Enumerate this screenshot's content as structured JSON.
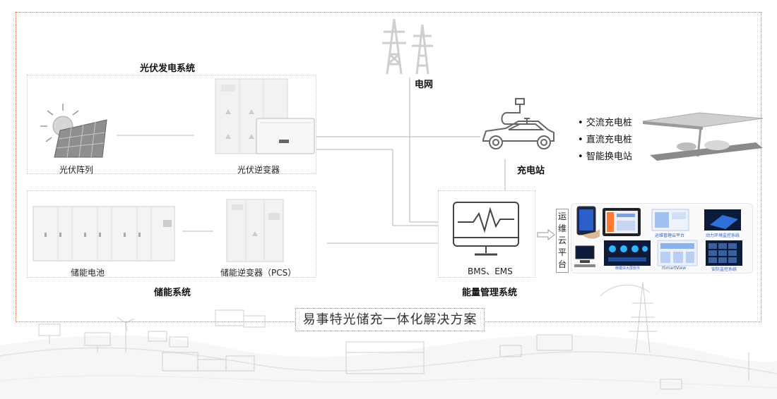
{
  "pv_system": {
    "title": "光伏发电系统",
    "array_label": "光伏阵列",
    "inverter_label": "光伏逆变器"
  },
  "storage_system": {
    "title": "储能系统",
    "battery_label": "储能电池",
    "pcs_label": "储能逆变器（PCS）"
  },
  "grid": {
    "label": "电网"
  },
  "charging": {
    "label": "充电站",
    "items": [
      "交流充电桩",
      "直流充电桩",
      "智能换电站"
    ]
  },
  "ems": {
    "screen_label": "BMS、EMS",
    "title": "能量管理系统"
  },
  "cloud": {
    "vertical_label": [
      "运",
      "维",
      "云",
      "平",
      "台"
    ],
    "apps": [
      "运维管理云平台",
      "动力环境监控系统",
      "微模块大屏软件",
      "ISmartView",
      "安防监控系统"
    ]
  },
  "solution_title": "易事特光储充一体化解决方案",
  "colors": {
    "frame": "#e0785a",
    "line": "#b5b5b5",
    "screen_dark": "#0d1b3a",
    "accent_blue": "#2a5fc9"
  }
}
